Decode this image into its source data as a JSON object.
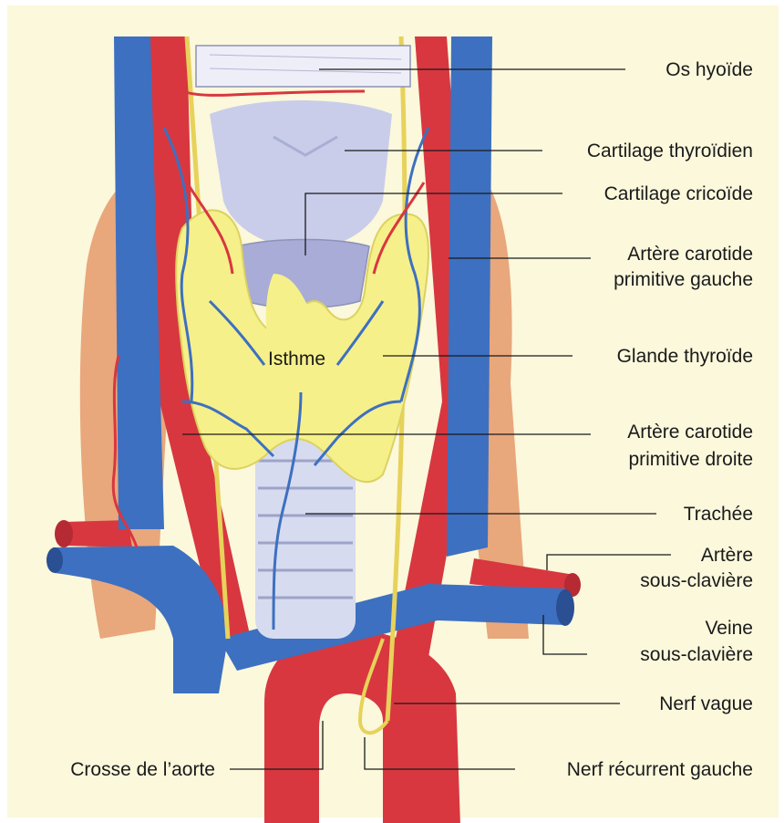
{
  "colors": {
    "background": "#fbf8dc",
    "artery": "#d8373f",
    "vein": "#3d70c0",
    "thyroid": "#f6f08a",
    "cartilage": "#c9cdea",
    "muscle": "#e9a77c",
    "nerve": "#e7d25a"
  },
  "labels": {
    "os_hyoide": "Os hyoïde",
    "cartilage_thyroidien": "Cartilage thyroïdien",
    "cartilage_cricoide": "Cartilage cricoïde",
    "carotide_gauche_1": "Artère carotide",
    "carotide_gauche_2": "primitive gauche",
    "glande_thyroide": "Glande thyroïde",
    "isthme": "Isthme",
    "carotide_droite_1": "Artère carotide",
    "carotide_droite_2": "primitive droite",
    "trachee": "Trachée",
    "artere_sc_1": "Artère",
    "artere_sc_2": "sous-clavière",
    "veine_sc_1": "Veine",
    "veine_sc_2": "sous-clavière",
    "nerf_vague": "Nerf vague",
    "crosse_aorte": "Crosse de l’aorte",
    "nerf_recurrent": "Nerf récurrent gauche"
  }
}
